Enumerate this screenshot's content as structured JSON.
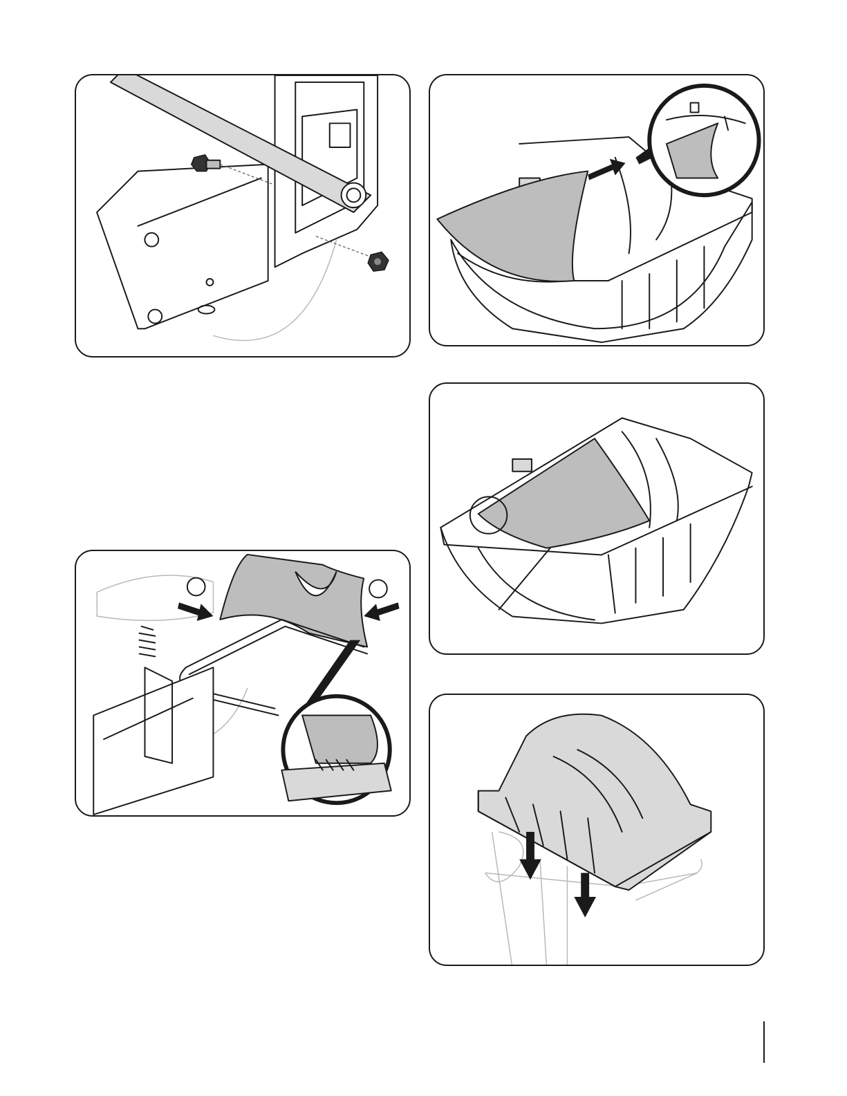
{
  "figures": [
    {
      "id": "fig-top-left",
      "icon": "bracket-bolt-assembly-illustration"
    },
    {
      "id": "fig-top-right",
      "icon": "bag-liner-insertion-illustration"
    },
    {
      "id": "fig-mid-right",
      "icon": "bag-liner-seated-illustration"
    },
    {
      "id": "fig-bot-left",
      "icon": "frame-clip-attachment-illustration"
    },
    {
      "id": "fig-bot-right",
      "icon": "bag-cover-installation-illustration"
    }
  ],
  "colors": {
    "line": "#1a1a1a",
    "fill_gray": "#bdbdbd",
    "fill_light": "#d9d9d9",
    "ghost": "#b8b8b8"
  }
}
